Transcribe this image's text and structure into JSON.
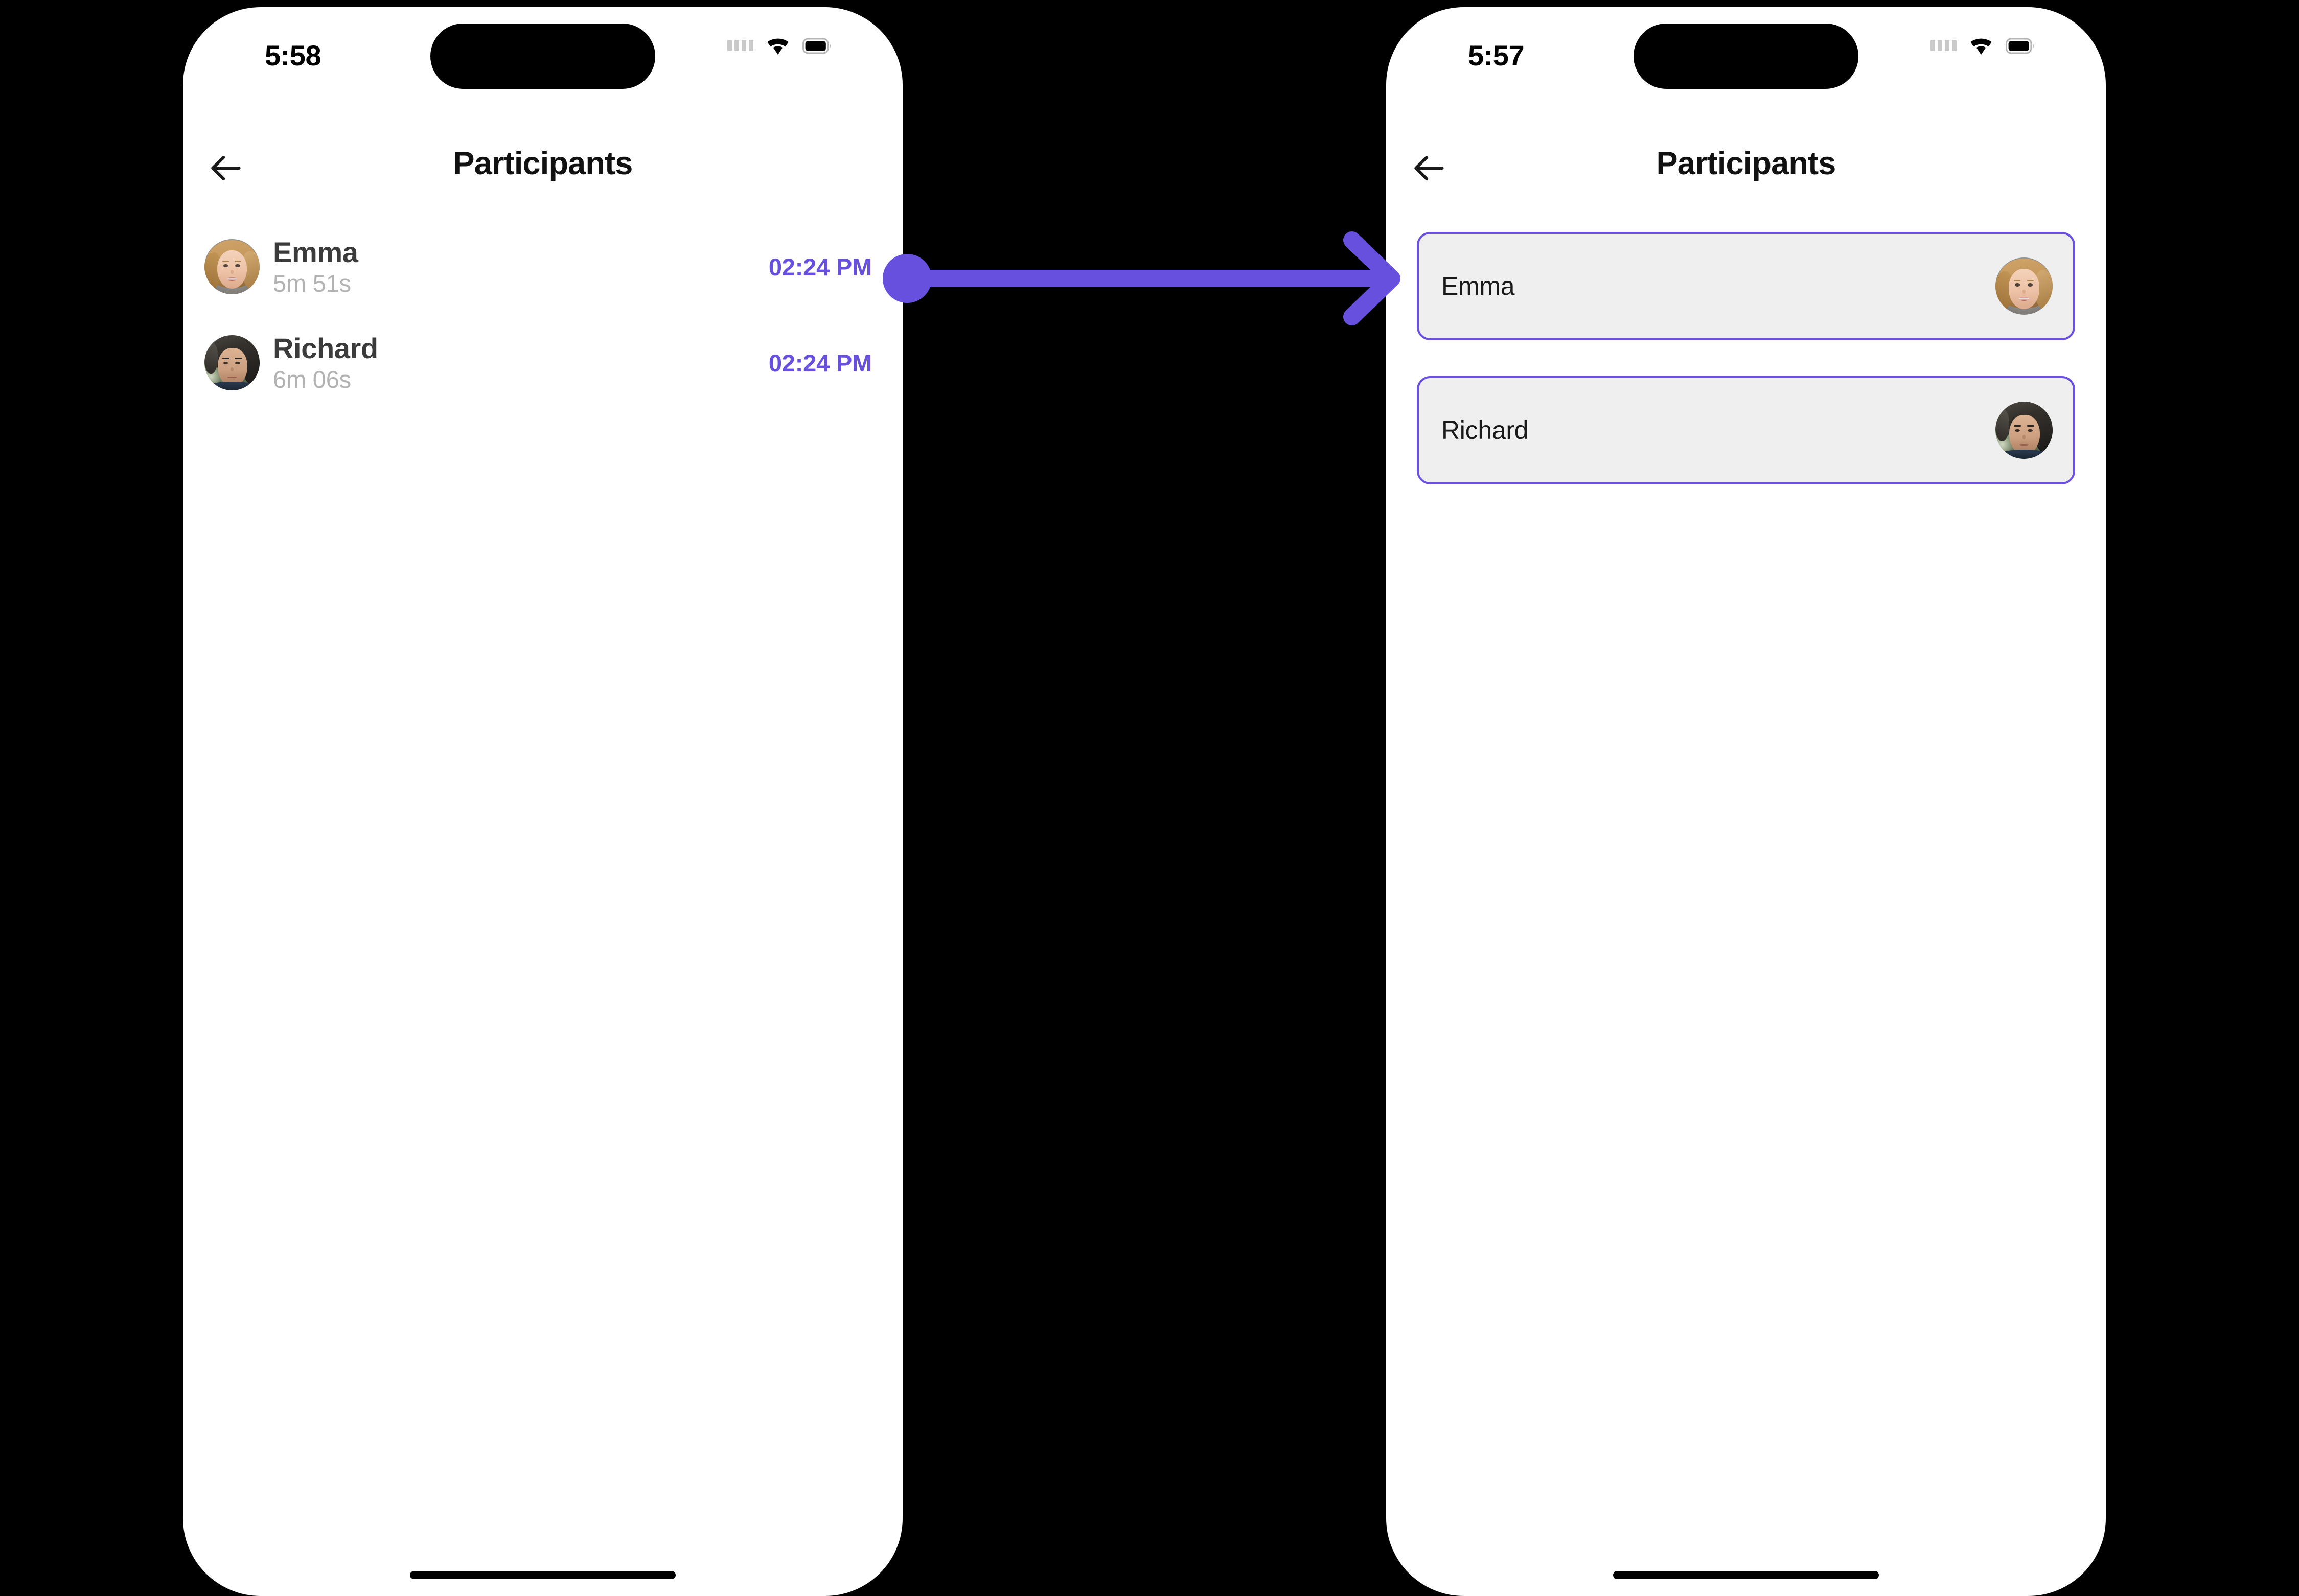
{
  "background_color": "#000000",
  "accent_color": "#6750DE",
  "card_border_color": "#6C51E0",
  "card_fill_color": "#EFEFEF",
  "duration_text_color": "#B3B3B3",
  "screens": [
    {
      "id": "before",
      "status_bar": {
        "time": "5:58",
        "signal_icon": "signal-dots-icon",
        "wifi_icon": "wifi-icon",
        "battery_icon": "battery-icon"
      },
      "nav": {
        "back_icon": "arrow-left-icon",
        "title": "Participants"
      },
      "participants": [
        {
          "name": "Emma",
          "duration": "5m 51s",
          "time": "02:24 PM",
          "avatar": "emma-avatar"
        },
        {
          "name": "Richard",
          "duration": "6m 06s",
          "time": "02:24 PM",
          "avatar": "richard-avatar"
        }
      ]
    },
    {
      "id": "after",
      "status_bar": {
        "time": "5:57",
        "signal_icon": "signal-dots-icon",
        "wifi_icon": "wifi-icon",
        "battery_icon": "battery-icon"
      },
      "nav": {
        "back_icon": "arrow-left-icon",
        "title": "Participants"
      },
      "cards": [
        {
          "name": "Emma",
          "avatar": "emma-avatar"
        },
        {
          "name": "Richard",
          "avatar": "richard-avatar"
        }
      ]
    }
  ],
  "connector": {
    "icon": "arrow-right-icon",
    "color": "#6750DE",
    "from": "participant-row-emma",
    "to": "participant-card-emma"
  }
}
